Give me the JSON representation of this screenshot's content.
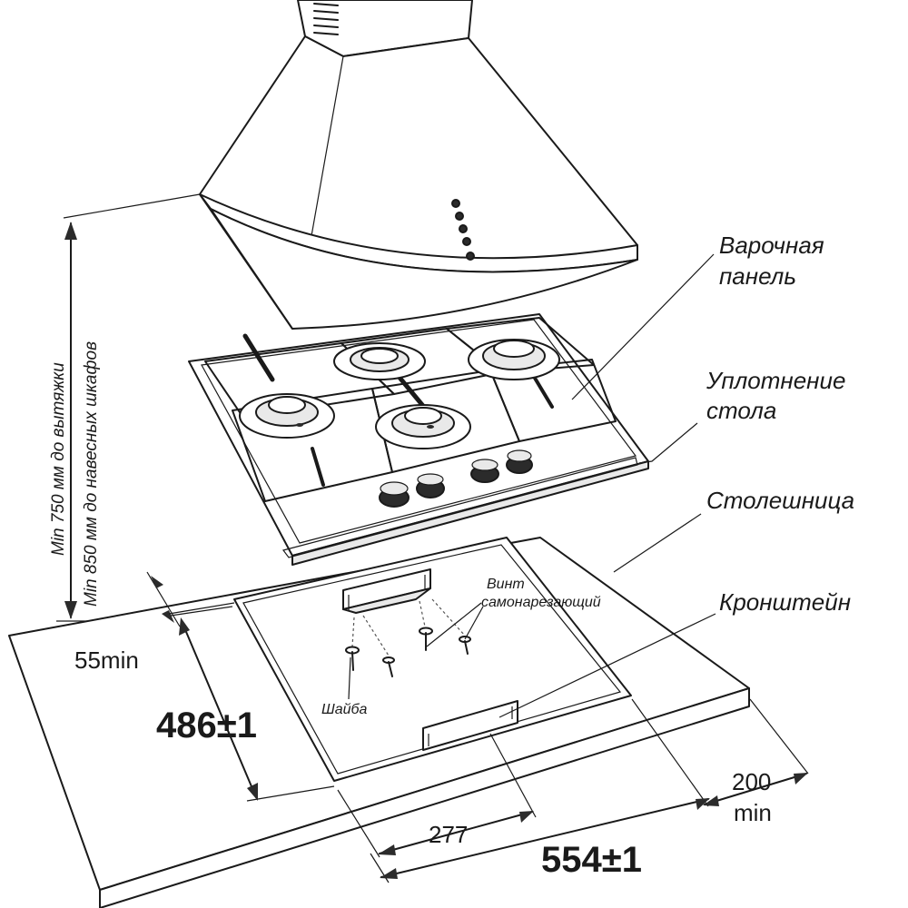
{
  "labels": {
    "cooktop": "Варочная панель",
    "cooktop_line1": "Варочная",
    "cooktop_line2": "панель",
    "seal_line1": "Уплотнение",
    "seal_line2": "стола",
    "countertop": "Столешница",
    "bracket": "Кронштейн",
    "screw_line1": "Винт",
    "screw_line2": "самонарезающий",
    "washer": "Шайба"
  },
  "dimensions": {
    "hood_height_min": "Min 750 мм до вытяжки",
    "cabinet_height_min": "Min 850 мм до навесных шкафов",
    "front_margin": "55min",
    "cutout_depth": "486±1",
    "bracket_offset": "277",
    "cutout_width": "554±1",
    "side_margin_line1": "200",
    "side_margin_line2": "min"
  },
  "colors": {
    "line": "#1a1a1a",
    "background": "#ffffff",
    "fill_light": "#e9e9e9",
    "fill_dark": "#2b2b2b"
  }
}
